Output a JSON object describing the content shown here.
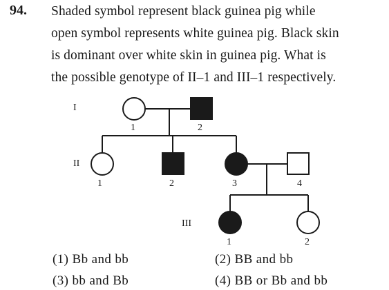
{
  "question": {
    "number": "94.",
    "lines": [
      "Shaded symbol represent black guinea pig while",
      "open symbol represents white guinea pig. Black skin",
      "is dominant over white skin in guinea pig. What is",
      "the possible genotype of II–1 and III–1 respectively."
    ]
  },
  "pedigree": {
    "generations": [
      {
        "label": "I",
        "individuals": [
          {
            "number": "1",
            "sex": "female",
            "affected": false
          },
          {
            "number": "2",
            "sex": "male",
            "affected": true
          }
        ]
      },
      {
        "label": "II",
        "individuals": [
          {
            "number": "1",
            "sex": "female",
            "affected": false
          },
          {
            "number": "2",
            "sex": "male",
            "affected": true
          },
          {
            "number": "3",
            "sex": "female",
            "affected": true
          },
          {
            "number": "4",
            "sex": "male",
            "affected": false
          }
        ]
      },
      {
        "label": "III",
        "individuals": [
          {
            "number": "1",
            "sex": "female",
            "affected": true
          },
          {
            "number": "2",
            "sex": "female",
            "affected": false
          }
        ]
      }
    ]
  },
  "options": [
    "(1) Bb and bb",
    "(2) BB and bb",
    "(3) bb and Bb",
    "(4) BB or Bb and bb"
  ]
}
